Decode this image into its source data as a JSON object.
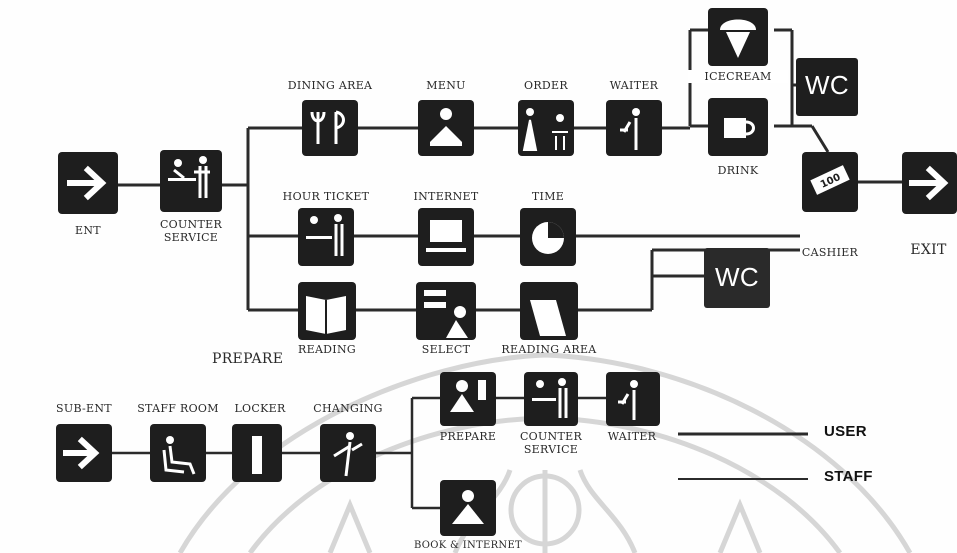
{
  "user_flow": {
    "ent": "ENT",
    "counter_service": "COUNTER\nSERVICE",
    "dining_area": "DINING AREA",
    "menu": "MENU",
    "order": "ORDER",
    "waiter": "WAITER",
    "icecream": "ICECREAM",
    "drink": "DRINK",
    "wc_top": "WC",
    "cashier": "CASHIER",
    "exit": "EXIT",
    "hour_ticket": "HOUR TICKET",
    "internet": "INTERNET",
    "time": "TIME",
    "wc_mid": "WC",
    "reading": "READING",
    "select": "SELECT",
    "reading_area": "READING AREA"
  },
  "staff_flow": {
    "section_title": "PREPARE",
    "sub_ent": "SUB-ENT",
    "staff_room": "STAFF ROOM",
    "locker": "LOCKER",
    "changing": "CHANGING",
    "prepare": "PREPARE",
    "counter_service": "COUNTER\nSERVICE",
    "waiter": "WAITER",
    "book_internet": "BOOK & INTERNET"
  },
  "legend": {
    "user": "USER",
    "staff": "STAFF"
  },
  "colors": {
    "icon_bg": "#1e1e1e",
    "icon_fg": "#ffffff",
    "line": "#2b2b2b",
    "watermark": "#d9d9d9"
  }
}
